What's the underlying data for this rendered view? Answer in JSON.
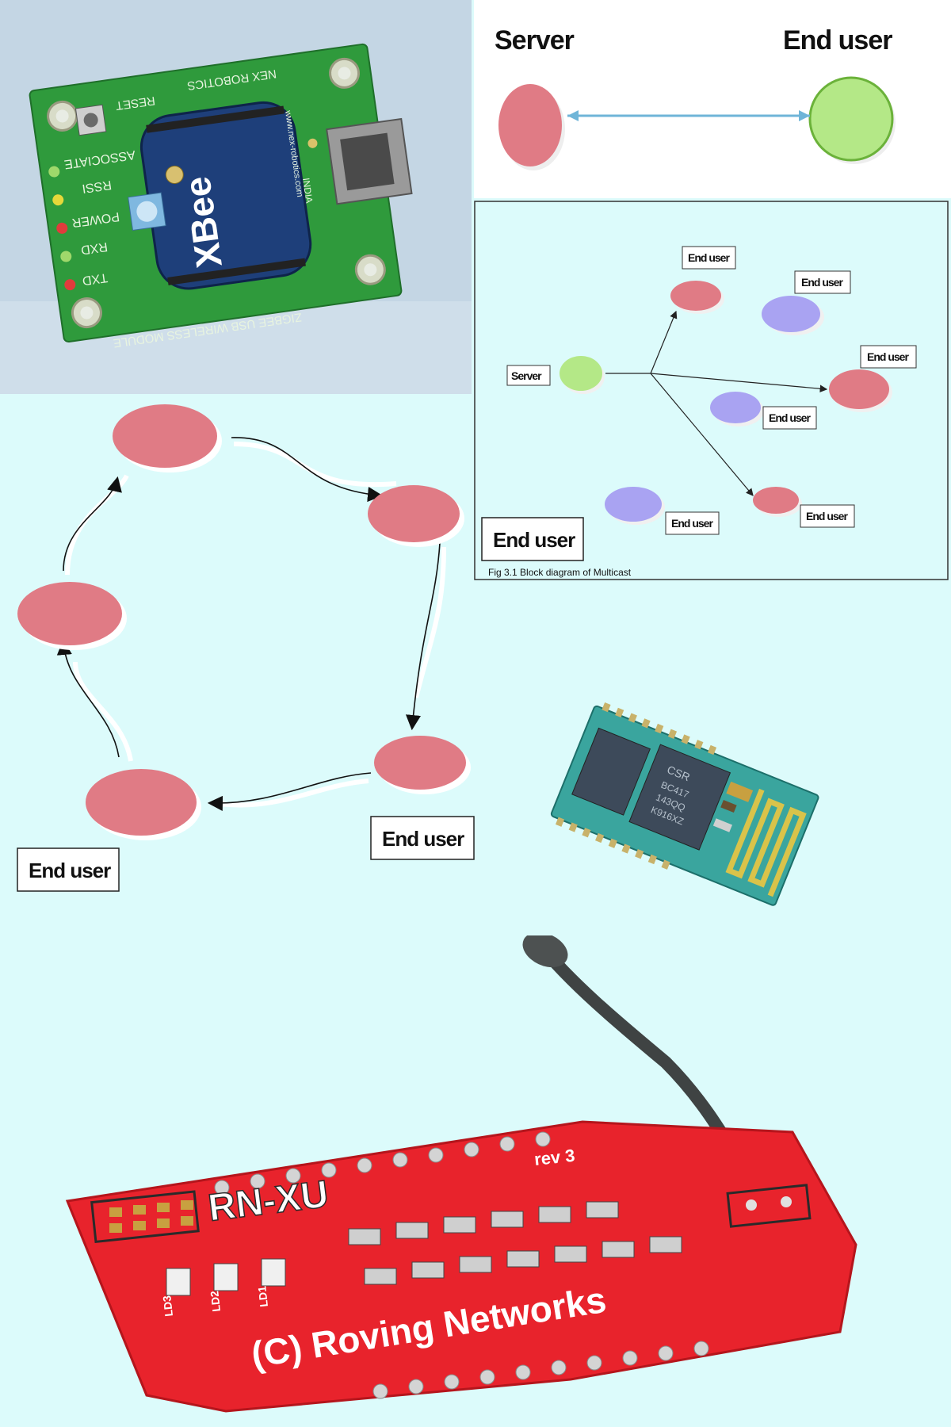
{
  "unicast": {
    "server_label": "Server",
    "end_user_label": "End user"
  },
  "xbee_board": {
    "silkscreen": {
      "brand": "NEX ROBOTICS",
      "reset": "RESET",
      "led_labels": [
        "ASSOCIATE",
        "RSSI",
        "POWER",
        "RXD",
        "TXD"
      ],
      "module_name": "XBee",
      "bottom": "ZIGBEE USB WIRELESS MODULE",
      "website": "www.nex-robotics.com",
      "country": "INDIA"
    },
    "colors": {
      "pcb": "#2f9a3c",
      "photo_bg": "#bfd3e3"
    }
  },
  "multicast": {
    "server_label": "Server",
    "end_user_label": "End user",
    "caption": "Fig 3.1 Block diagram of Multicast"
  },
  "ring": {
    "end_user_labels": [
      "End user",
      "End user",
      "End user"
    ]
  },
  "bluetooth_module": {
    "chip_markings": [
      "CSR",
      "BC417",
      "143QQ",
      "K916XZ"
    ]
  },
  "rn_xu": {
    "silkscreen": {
      "model": "RN-XU",
      "revision": "rev 3",
      "brand": "(C) Roving Networks",
      "leds": [
        "LD3",
        "LD2",
        "LD1"
      ]
    },
    "colors": {
      "pcb": "#e8232c"
    }
  },
  "colors": {
    "node_pink": "#e07b85",
    "node_green": "#b4e887",
    "node_purple": "#a9a3f2",
    "arrow_blue": "#6fb5d8"
  }
}
